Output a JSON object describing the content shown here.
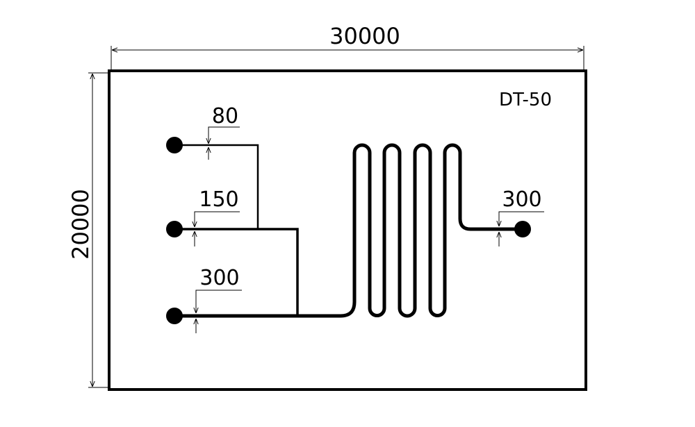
{
  "diagram": {
    "label": "DT-50",
    "width_dimension": "30000",
    "height_dimension": "20000",
    "line_widths": [
      {
        "label": "80"
      },
      {
        "label": "150"
      },
      {
        "label": "300"
      },
      {
        "label": "300"
      }
    ],
    "colors": {
      "line": "#000000",
      "background": "#ffffff"
    }
  }
}
